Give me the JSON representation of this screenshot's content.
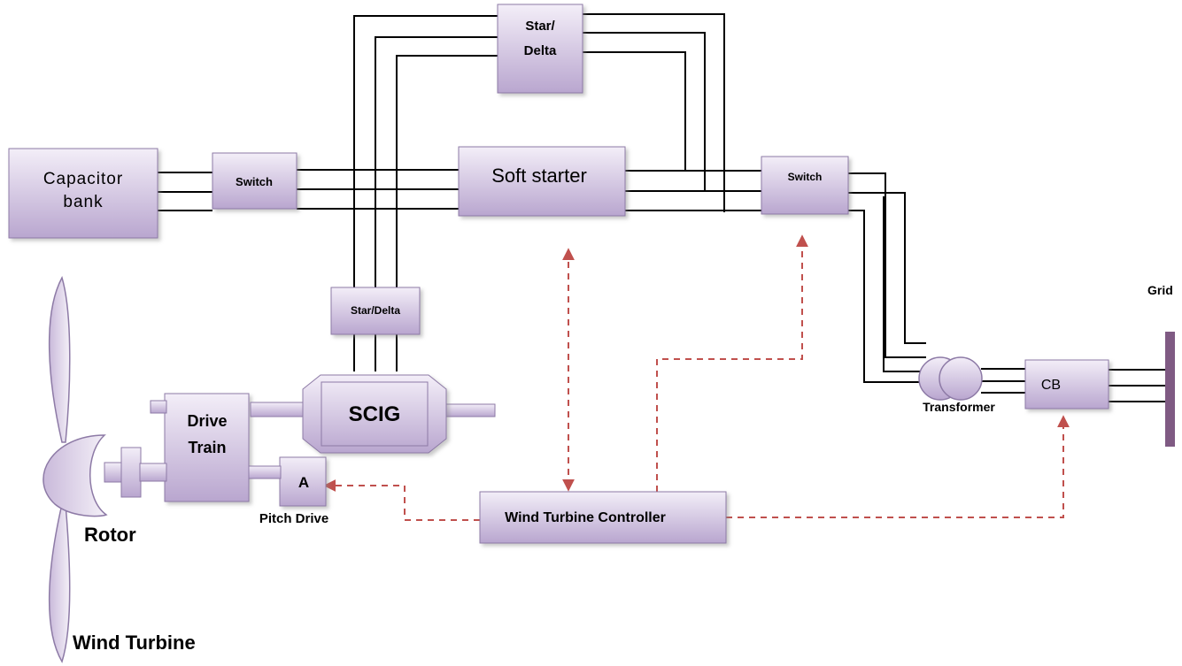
{
  "blocks": {
    "capacitor_bank": [
      "Capacitor",
      "bank"
    ],
    "switch_left": "Switch",
    "star_delta_top": [
      "Star/",
      "Delta"
    ],
    "soft_starter": "Soft starter",
    "switch_right": "Switch",
    "star_delta_bottom": "Star/Delta",
    "scig": "SCIG",
    "drive_train": [
      "Drive",
      "Train"
    ],
    "pitch_actuator": "A",
    "controller": "Wind Turbine Controller",
    "circuit_breaker": "CB"
  },
  "labels": {
    "pitch_drive": "Pitch Drive",
    "rotor": "Rotor",
    "wind_turbine": "Wind Turbine",
    "transformer": "Transformer",
    "grid": "Grid"
  },
  "colors": {
    "box_fill_light": "#f3eef8",
    "box_fill_dark": "#b9a6cf",
    "box_stroke": "#8d7aa6",
    "line": "#000000",
    "control_line": "#c0504d",
    "grid_bar": "#7f5a83"
  }
}
